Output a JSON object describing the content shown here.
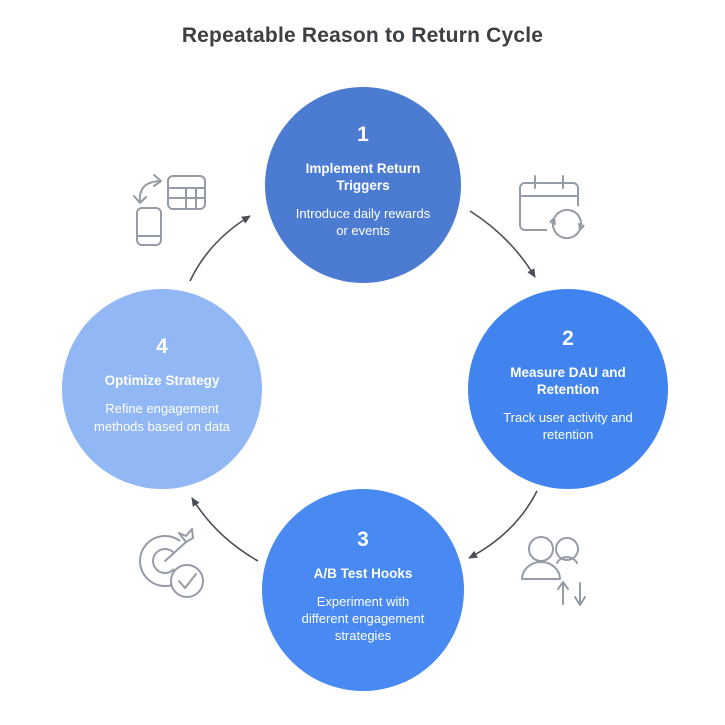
{
  "title": "Repeatable Reason to Return Cycle",
  "steps": [
    {
      "number": "1",
      "title": "Implement Return Triggers",
      "description": "Introduce daily rewards or events",
      "color": "#4c7cd1"
    },
    {
      "number": "2",
      "title": "Measure DAU and Retention",
      "description": "Track user activity and retention",
      "color": "#4184ef"
    },
    {
      "number": "3",
      "title": "A/B Test Hooks",
      "description": "Experiment with different engagement strategies",
      "color": "#4889f2"
    },
    {
      "number": "4",
      "title": "Optimize Strategy",
      "description": "Refine engagement methods based on data",
      "color": "#91b7f4"
    }
  ],
  "icons": {
    "top_left": "phone-to-table-transfer-icon",
    "top_right": "calendar-refresh-icon",
    "bottom_right": "users-activity-trend-icon",
    "bottom_left": "target-dart-check-icon"
  },
  "colors": {
    "background": "#ffffff",
    "title_text": "#3c4043",
    "step_text": "#ffffff",
    "connector_arrow": "#4b4f55",
    "icon_stroke": "#969ca5"
  }
}
